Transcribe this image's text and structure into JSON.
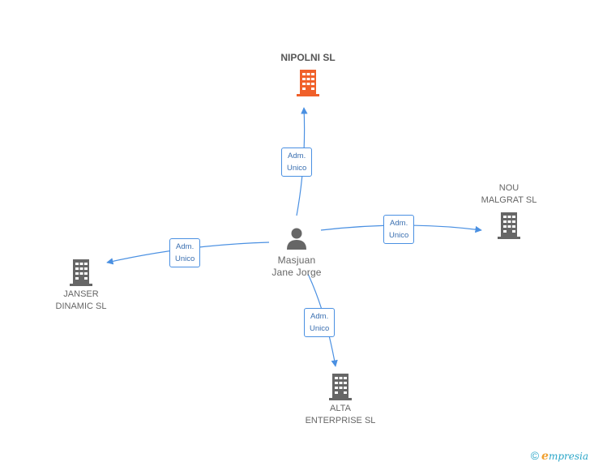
{
  "colors": {
    "edge": "#4a90e2",
    "building": "#666666",
    "building_main": "#f0602a",
    "person": "#666666"
  },
  "center": {
    "name": "Masjuan\nJane Jorge",
    "icon": "person-icon"
  },
  "companies": [
    {
      "id": "nipolni",
      "name": "NIPOLNI SL",
      "main": true,
      "relation": "Adm.\nUnico",
      "icon": "building-icon"
    },
    {
      "id": "nou-malgrat",
      "name": "NOU\nMALGRAT SL",
      "main": false,
      "relation": "Adm.\nUnico",
      "icon": "building-icon"
    },
    {
      "id": "janser",
      "name": "JANSER\nDINAMIC SL",
      "main": false,
      "relation": "Adm.\nUnico",
      "icon": "building-icon"
    },
    {
      "id": "alta",
      "name": "ALTA\nENTERPRISE SL",
      "main": false,
      "relation": "Adm.\nUnico",
      "icon": "building-icon"
    }
  ],
  "footer": {
    "copyright": "©",
    "brand_initial": "e",
    "brand_rest": "mpresia"
  }
}
